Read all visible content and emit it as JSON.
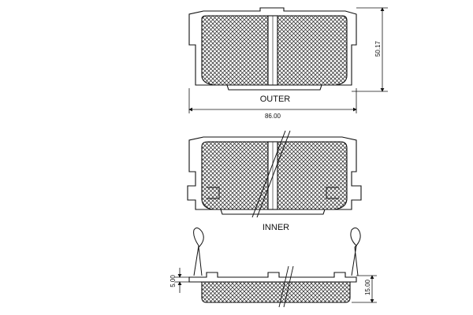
{
  "outer_pad": {
    "label": "OUTER"
  },
  "inner_pad": {
    "label": "INNER"
  },
  "dimensions": {
    "width": "86.00",
    "height": "50.17",
    "backplate_thickness": "5.00",
    "total_thickness": "15.00"
  },
  "colors": {
    "line": "#111111",
    "background": "#ffffff",
    "hatch": "#222222"
  }
}
